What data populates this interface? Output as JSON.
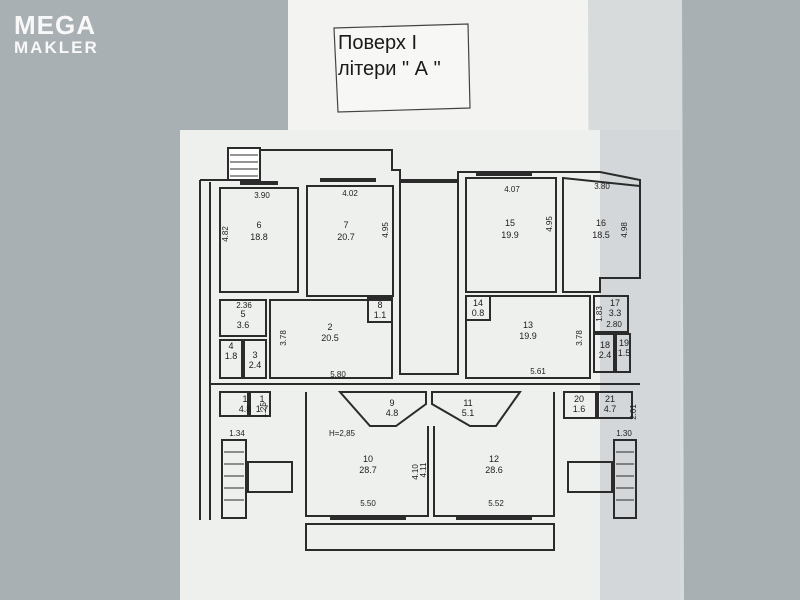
{
  "watermark": {
    "line1": "MEGA",
    "line2": "MAKLER"
  },
  "title": {
    "line1": "Поверх  І",
    "line2": "літери \" А  \""
  },
  "rooms": [
    {
      "id": "6",
      "area": "18.8"
    },
    {
      "id": "7",
      "area": "20.7"
    },
    {
      "id": "15",
      "area": "19.9"
    },
    {
      "id": "16",
      "area": "18.5"
    },
    {
      "id": "5",
      "area": "3.6"
    },
    {
      "id": "4",
      "area": "1.8"
    },
    {
      "id": "3",
      "area": "2.4"
    },
    {
      "id": "2",
      "area": "20.5"
    },
    {
      "id": "8",
      "area": "1.1"
    },
    {
      "id": "14",
      "area": "0.8"
    },
    {
      "id": "13",
      "area": "19.9"
    },
    {
      "id": "17",
      "area": "3.3"
    },
    {
      "id": "18",
      "area": "2.4"
    },
    {
      "id": "19",
      "area": "1.5"
    },
    {
      "id": "1",
      "area": "4.8"
    },
    {
      "id": "1",
      "area": "1.7"
    },
    {
      "id": "9",
      "area": "4.8"
    },
    {
      "id": "11",
      "area": "5.1"
    },
    {
      "id": "20",
      "area": "1.6"
    },
    {
      "id": "21",
      "area": "4.7"
    },
    {
      "id": "10",
      "area": "28.7"
    },
    {
      "id": "12",
      "area": "28.6"
    }
  ],
  "dimensions": [
    "3.90",
    "4.02",
    "4.07",
    "3.80",
    "4.82",
    "4.95",
    "4.95",
    "4.98",
    "2.36",
    "3.78",
    "3.78",
    "1.83",
    "2.80",
    "5.80",
    "5.61",
    "1.25",
    "1.34",
    "1.30",
    "2.01",
    "4.10",
    "4.11",
    "5.50",
    "5.52"
  ],
  "height_note": "H=2,85"
}
